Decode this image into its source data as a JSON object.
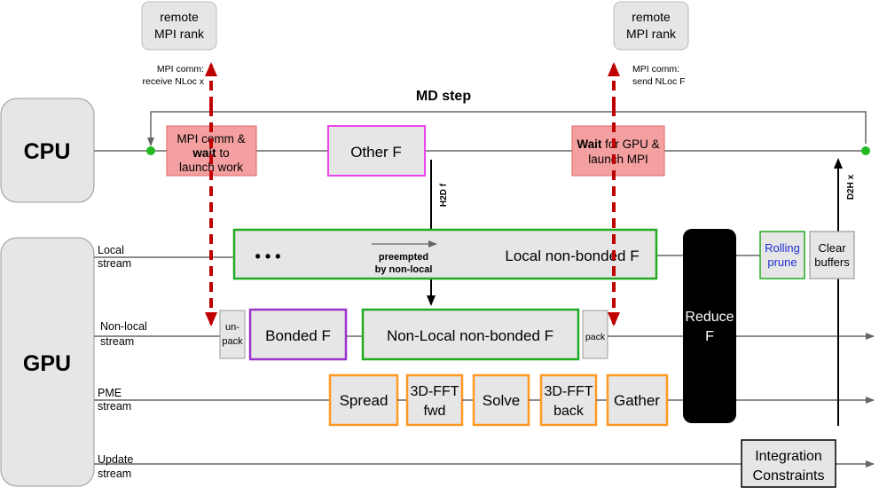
{
  "title": "MD step",
  "cpu": {
    "label": "CPU"
  },
  "gpu": {
    "label": "GPU"
  },
  "remote_left": {
    "line1": "remote",
    "line2": "MPI rank"
  },
  "remote_right": {
    "line1": "remote",
    "line2": "MPI rank"
  },
  "mpi_recv_note": {
    "line1": "MPI comm:",
    "line2": "receive NLoc x"
  },
  "mpi_send_note": {
    "line1": "MPI comm:",
    "line2": "send NLoc F"
  },
  "cpu_tasks": {
    "mpi_wait": {
      "line1": "MPI comm &",
      "line2_bold": "wait",
      "line2_rest": " to",
      "line3": "launch work"
    },
    "other_f": "Other F",
    "wait_gpu": {
      "line1_bold": "Wait",
      "line1_rest": " for GPU &",
      "line2": "launch MPI"
    }
  },
  "transfers": {
    "h2d": "H2D f",
    "d2h": "D2H x"
  },
  "streams": {
    "local": {
      "line1": "Local",
      "line2": "stream"
    },
    "nonlocal": {
      "line1": "Non-local",
      "line2": "stream"
    },
    "pme": {
      "line1": "PME",
      "line2": "stream"
    },
    "update": {
      "line1": "Update",
      "line2": "stream"
    }
  },
  "gpu_tasks": {
    "ellipsis": "• • •",
    "preempted": {
      "line1": "preempted",
      "line2": "by non-local"
    },
    "local_nb": "Local non-bonded F",
    "unpack": {
      "line1": "un-",
      "line2": "pack"
    },
    "bonded": "Bonded F",
    "nonlocal_nb": "Non-Local non-bonded F",
    "pack": "pack",
    "spread": "Spread",
    "fft_fwd": {
      "line1": "3D-FFT",
      "line2": "fwd"
    },
    "solve": "Solve",
    "fft_back": {
      "line1": "3D-FFT",
      "line2": "back"
    },
    "gather": "Gather",
    "reduce": {
      "line1": "Reduce",
      "line2": "F"
    },
    "rolling_prune": {
      "line1": "Rolling",
      "line2": "prune"
    },
    "clear_buffers": {
      "line1": "Clear",
      "line2": "buffers"
    },
    "integration": {
      "line1": "Integration",
      "line2": "Constraints"
    }
  },
  "colors": {
    "mpi_red": "#c00000",
    "mpi_box": "#f4a0a0",
    "local_green": "#22aa22",
    "bonded_purple": "#9933cc",
    "other_magenta": "#ee44ee",
    "pme_orange": "#ff9922",
    "prune_blue": "#1f2fd0"
  }
}
